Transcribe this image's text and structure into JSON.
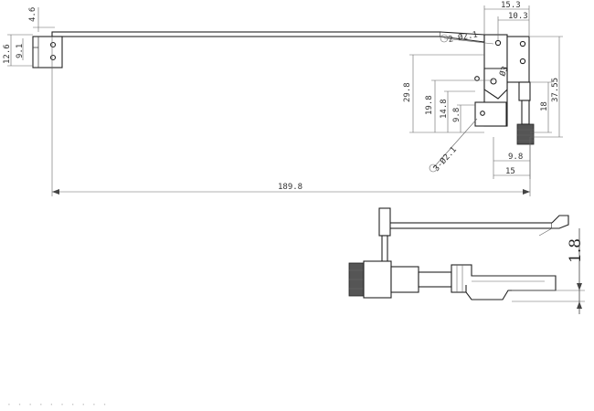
{
  "dimensions": {
    "d_4_6": "4.6",
    "d_12_6": "12.6",
    "d_9_1": "9.1",
    "d_15_3": "15.3",
    "d_10_3": "10.3",
    "d_hole_top": "2-Ø2.1",
    "d_phi3": "Ø3",
    "d_29_8": "29.8",
    "d_19_8": "19.8",
    "d_14_8": "14.8",
    "d_9_8_v": "9.8",
    "d_18": "18",
    "d_37_55": "37.55",
    "d_hole_bot": "3-Ø2.1",
    "d_9_8_h": "9.8",
    "d_15": "15",
    "d_189_8": "189.8",
    "d_1_8": "1.8"
  },
  "footer_text": "· · · · · · · · · ·"
}
